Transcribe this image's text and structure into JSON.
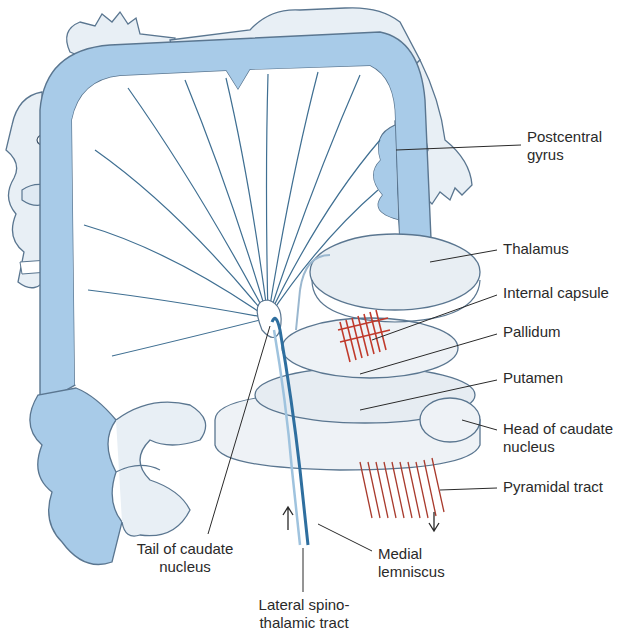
{
  "diagram": {
    "labels": [
      "Postcentral gyrus",
      "Thalamus",
      "Internal capsule",
      "Pallidum",
      "Putamen",
      "Head of caudate nucleus",
      "Pyramidal tract",
      "Tail of caudate nucleus",
      "Medial lemniscus",
      "Lateral spino- thalamic tract"
    ]
  }
}
